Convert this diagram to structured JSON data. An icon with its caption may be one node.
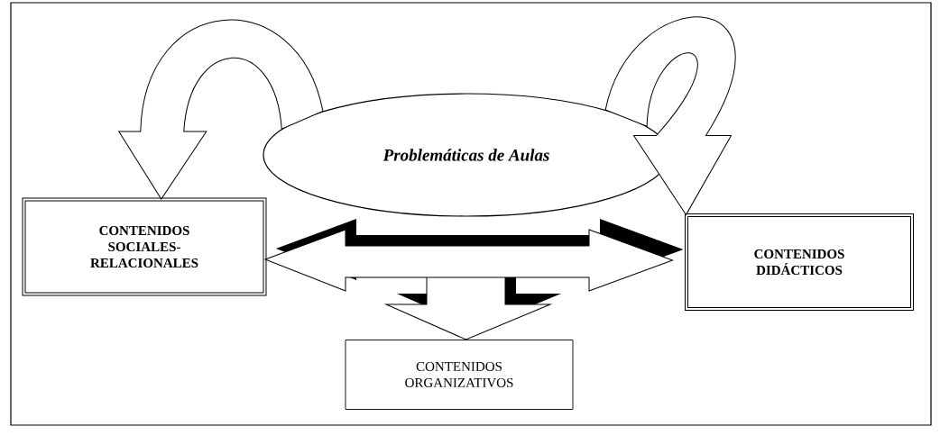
{
  "diagram": {
    "nodes": [
      {
        "text": [
          "Problemáticas de Aulas"
        ]
      },
      {
        "text": [
          "CONTENIDOS SOCIALES-RELACIONALES"
        ]
      },
      {
        "text": [
          "CONTENIDOS DIDÁCTICOS"
        ]
      },
      {
        "text": [
          "CONTENIDOS ORGANIZATIVOS"
        ]
      }
    ],
    "edges": [
      {
        "from": 0,
        "to": 1,
        "arrow": "to"
      },
      {
        "from": 0,
        "to": 2,
        "arrow": "to"
      },
      {
        "from": null,
        "to": 3,
        "arrow": "to"
      },
      {
        "from": 1,
        "to": 2,
        "arrow": "both"
      }
    ]
  }
}
